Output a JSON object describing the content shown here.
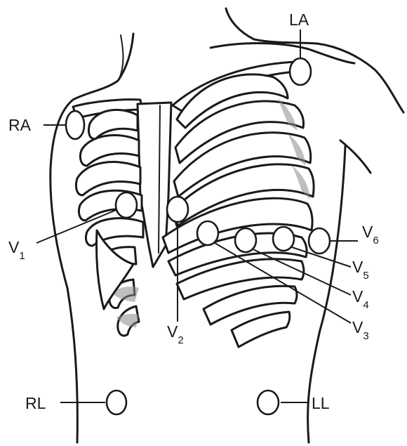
{
  "labels": {
    "la": "LA",
    "ra": "RA",
    "rl": "RL",
    "ll": "LL",
    "v1": {
      "main": "V",
      "sub": "1"
    },
    "v2": {
      "main": "V",
      "sub": "2"
    },
    "v3": {
      "main": "V",
      "sub": "3"
    },
    "v4": {
      "main": "V",
      "sub": "4"
    },
    "v5": {
      "main": "V",
      "sub": "5"
    },
    "v6": {
      "main": "V",
      "sub": "6"
    }
  }
}
